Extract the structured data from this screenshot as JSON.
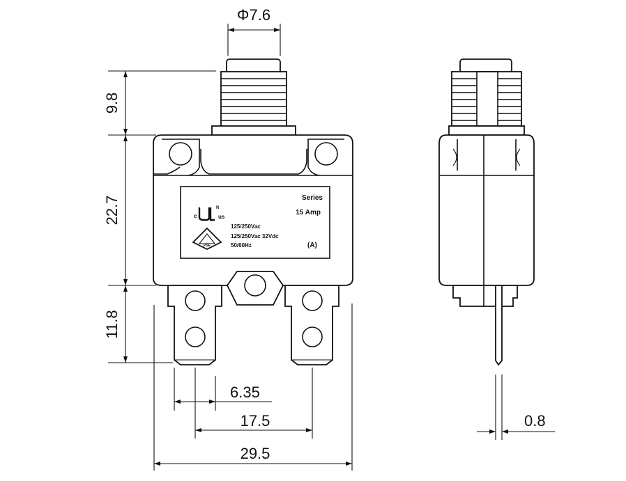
{
  "dimensions": {
    "button_diameter": "Φ7.6",
    "button_height": "9.8",
    "body_height": "22.7",
    "terminal_height": "11.8",
    "terminal_width": "6.35",
    "terminal_spacing": "17.5",
    "body_width": "29.5",
    "terminal_thickness": "0.8"
  },
  "label": {
    "series": "Series",
    "rating": "15 Amp",
    "cert_c": "c",
    "cert_us": "us",
    "cert_ul": "R",
    "cert_pse": "PSE",
    "voltage_ac": "125/250Vac",
    "voltage_acdc": "125/250Vac 32Vdc",
    "frequency": "50/60Hz",
    "mark": "(A)"
  },
  "colors": {
    "line": "#111111",
    "background": "#ffffff"
  }
}
